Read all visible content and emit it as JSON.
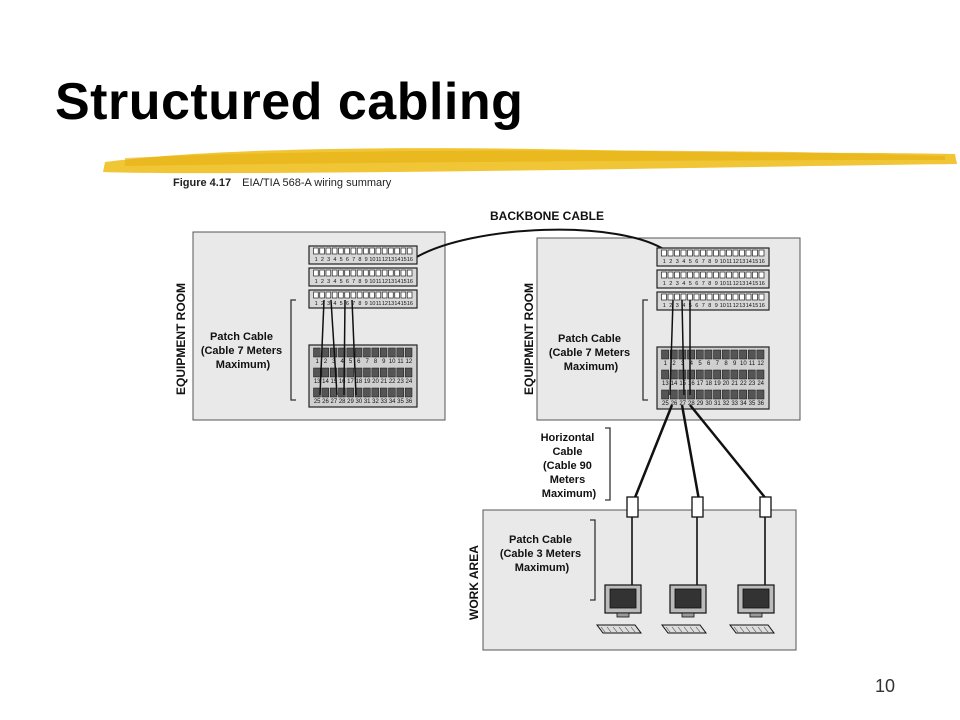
{
  "slide": {
    "title": "Structured cabling",
    "page_number": "10"
  },
  "figure": {
    "number": "Figure 4.17",
    "caption": "EIA/TIA 568-A wiring summary"
  },
  "labels": {
    "backbone_cable": "BACKBONE CABLE",
    "equipment_room": "EQUIPMENT ROOM",
    "work_area": "WORK AREA",
    "patch_cable_7m": [
      "Patch Cable",
      "(Cable 7 Meters",
      "Maximum)"
    ],
    "patch_cable_3m": [
      "Patch Cable",
      "(Cable 3 Meters",
      "Maximum)"
    ],
    "horizontal_cable": [
      "Horizontal",
      "Cable",
      "(Cable 90",
      "Meters",
      "Maximum)"
    ]
  },
  "patch_panel_numbers": {
    "row_16": [
      "1",
      "2",
      "3",
      "4",
      "5",
      "6",
      "7",
      "8",
      "9",
      "10",
      "11",
      "12",
      "13",
      "14",
      "15",
      "16"
    ],
    "hub_row_1": [
      "1",
      "2",
      "3",
      "4",
      "5",
      "6",
      "7",
      "8",
      "9",
      "10",
      "11",
      "12"
    ],
    "hub_row_2": [
      "13",
      "14",
      "15",
      "16",
      "17",
      "18",
      "19",
      "20",
      "21",
      "22",
      "23",
      "24"
    ],
    "hub_row_3": [
      "25",
      "26",
      "27",
      "28",
      "29",
      "30",
      "31",
      "32",
      "33",
      "34",
      "35",
      "36"
    ]
  },
  "colors": {
    "highlighter": "#f0c020",
    "room_fill": "#e9e9e9",
    "line": "#111111"
  }
}
